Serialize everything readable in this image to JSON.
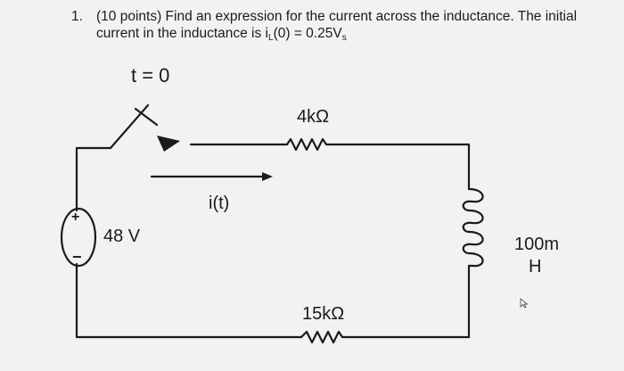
{
  "problem": {
    "number": "1.",
    "text_line1": "(10 points) Find an expression for the current across the inductance. The initial",
    "text_line2_prefix": "current in the inductance is i",
    "text_line2_sub": "L",
    "text_line2_mid": "(0) = 0.25V",
    "text_line2_sub2": "s"
  },
  "circuit": {
    "switch_label": "t = 0",
    "resistor_top_label": "4kΩ",
    "resistor_bottom_label": "15kΩ",
    "source_plus": "+",
    "source_minus": "−",
    "source_label": "48 V",
    "current_label": "i(t)",
    "inductor_label_line1": "100m",
    "inductor_label_line2": "H"
  },
  "colors": {
    "background": "#f1f2f3",
    "ink": "#1b1b1b"
  }
}
